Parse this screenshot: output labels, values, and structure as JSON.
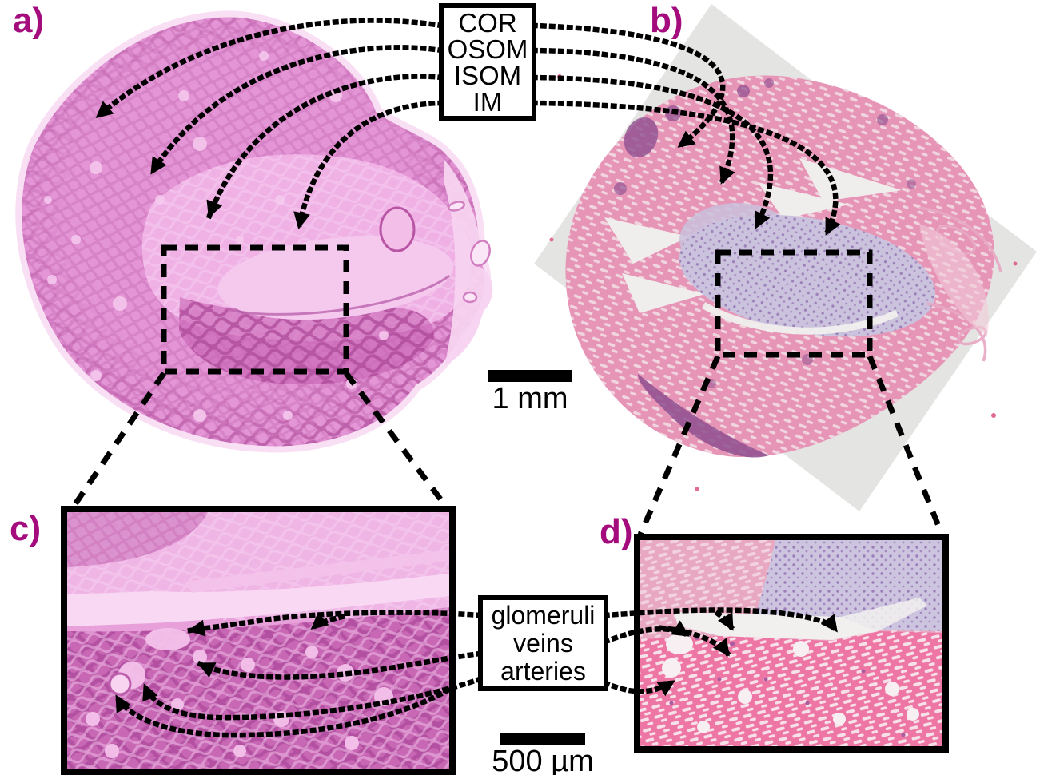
{
  "figure": {
    "panels": [
      {
        "id": "a",
        "label": "a)"
      },
      {
        "id": "b",
        "label": "b)"
      },
      {
        "id": "c",
        "label": "c)"
      },
      {
        "id": "d",
        "label": "d)"
      }
    ]
  },
  "regions_box": {
    "items": [
      {
        "label": "COR"
      },
      {
        "label": "OSOM"
      },
      {
        "label": "ISOM"
      },
      {
        "label": "IM"
      }
    ]
  },
  "vessels_box": {
    "items": [
      {
        "label": "glomeruli"
      },
      {
        "label": "veins"
      },
      {
        "label": "arteries"
      }
    ]
  },
  "scale_bars": [
    {
      "label": "1 mm"
    },
    {
      "label": "500 µm"
    }
  ],
  "colors": {
    "panel_label_magenta": "#A40C7E",
    "annotation_black": "#000000",
    "slide_gray": "#E4E4E2",
    "tissue_a_base": "#E395D5",
    "tissue_a_dark": "#B04E9C",
    "tissue_a_light": "#F5C8EE",
    "tissue_b_pink": "#E795B7",
    "tissue_b_lavender": "#CBC3DE",
    "tissue_b_dark_purple": "#8E4F8F",
    "tissue_d_bottom_pink": "#EE76A4"
  }
}
